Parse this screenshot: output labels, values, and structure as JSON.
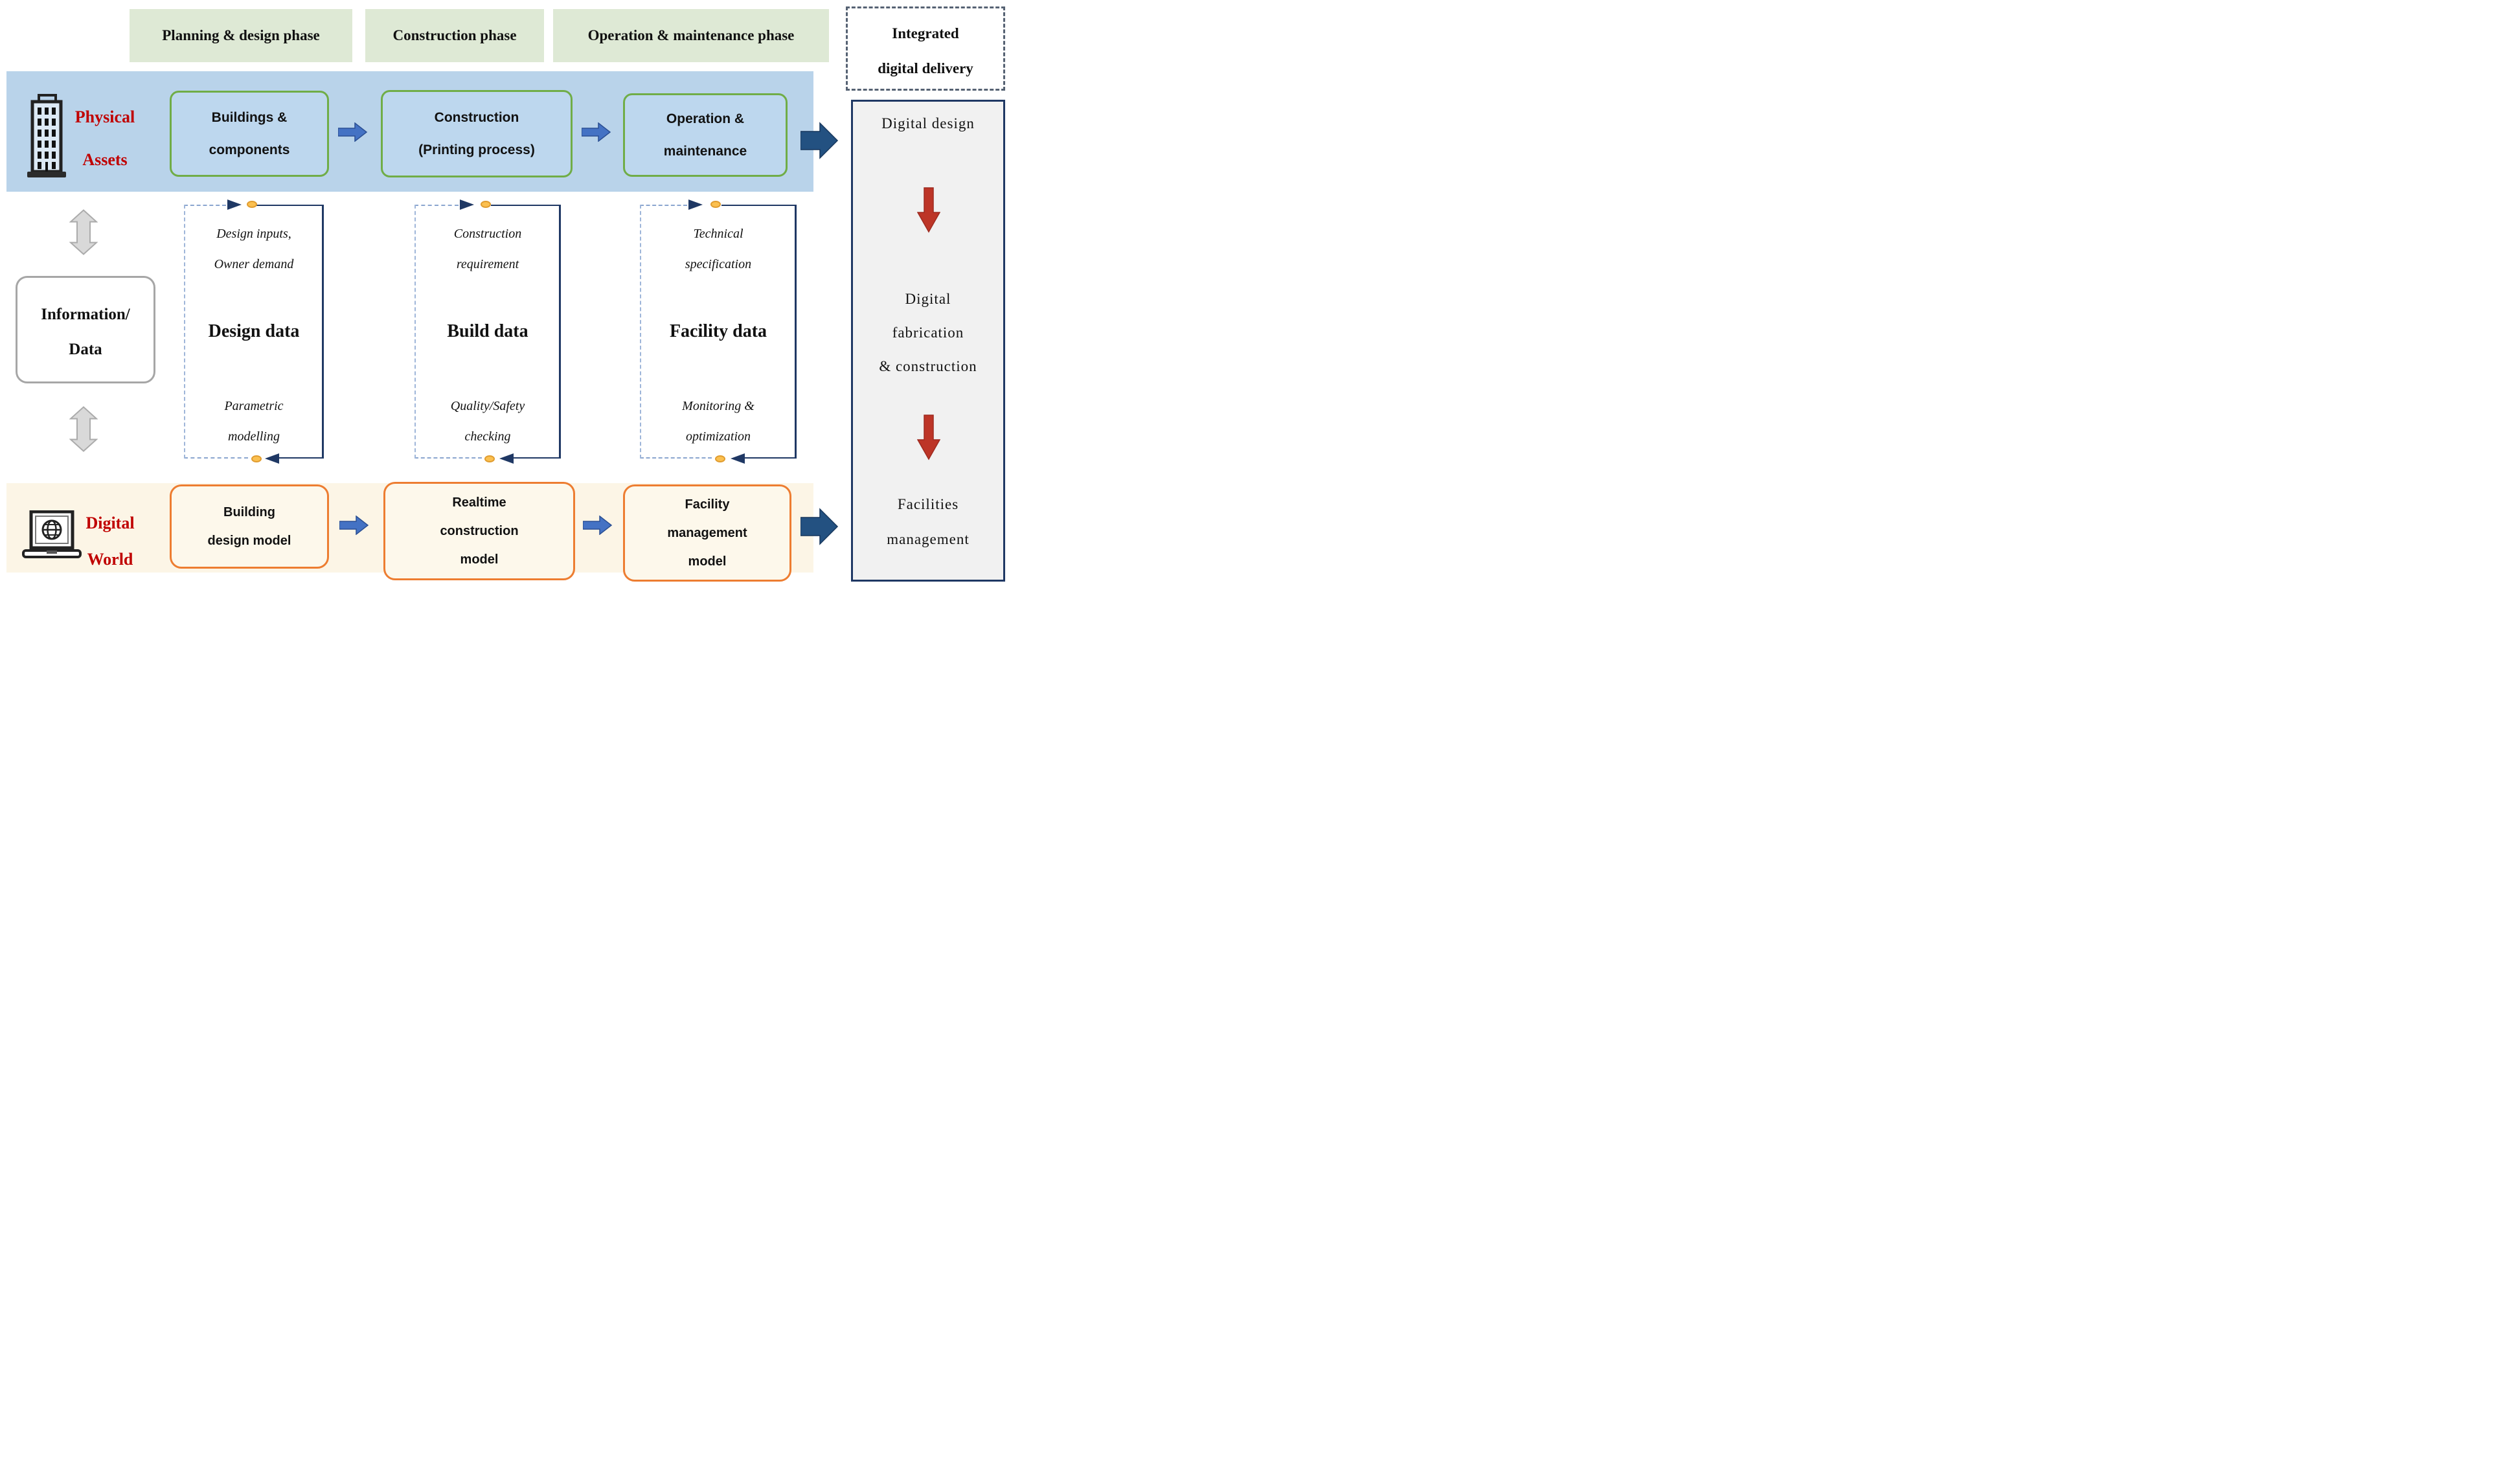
{
  "phases": [
    {
      "label": "Planning & design phase"
    },
    {
      "label": "Construction phase"
    },
    {
      "label": "Operation & maintenance phase"
    }
  ],
  "integrated_box": {
    "line1": "Integrated",
    "line2": "digital delivery"
  },
  "physical": {
    "label_line1": "Physical",
    "label_line2": "Assets",
    "boxes": [
      {
        "line1": "Buildings &",
        "line2": "components"
      },
      {
        "line1": "Construction",
        "line2": "(Printing process)"
      },
      {
        "line1": "Operation &",
        "line2": "maintenance"
      }
    ]
  },
  "information": {
    "line1": "Information/",
    "line2": "Data"
  },
  "loops": [
    {
      "top1": "Design inputs,",
      "top2": "Owner demand",
      "title": "Design data",
      "bottom1": "Parametric",
      "bottom2": "modelling"
    },
    {
      "top1": "Construction",
      "top2": "requirement",
      "title": "Build data",
      "bottom1": "Quality/Safety",
      "bottom2": "checking"
    },
    {
      "top1": "Technical",
      "top2": "specification",
      "title": "Facility data",
      "bottom1": "Monitoring &",
      "bottom2": "optimization"
    }
  ],
  "digital": {
    "label_line1": "Digital",
    "label_line2": "World",
    "boxes": [
      {
        "line1": "Building",
        "line2": "design model",
        "line3": ""
      },
      {
        "line1": "Realtime",
        "line2": "construction",
        "line3": "model"
      },
      {
        "line1": "Facility",
        "line2": "management",
        "line3": "model"
      }
    ]
  },
  "delivery": {
    "item1_line1": "Digital design",
    "item2_line1": "Digital",
    "item2_line2": "fabrication",
    "item2_line3": "& construction",
    "item3_line1": "Facilities",
    "item3_line2": "management"
  },
  "colors": {
    "header_green": "#dee9d5",
    "band_blue": "#b9d3ea",
    "band_cream": "#fcf5e6",
    "green_border": "#70ad47",
    "orange_border": "#ed7d31",
    "navy": "#1f3864",
    "red_text": "#c00000",
    "red_arrow": "#bd3527",
    "blue_arrow": "#4472c4",
    "big_arrow_navy": "#235181",
    "dot_yellow": "#fbc050",
    "panel_gray": "#f1f1f1"
  }
}
